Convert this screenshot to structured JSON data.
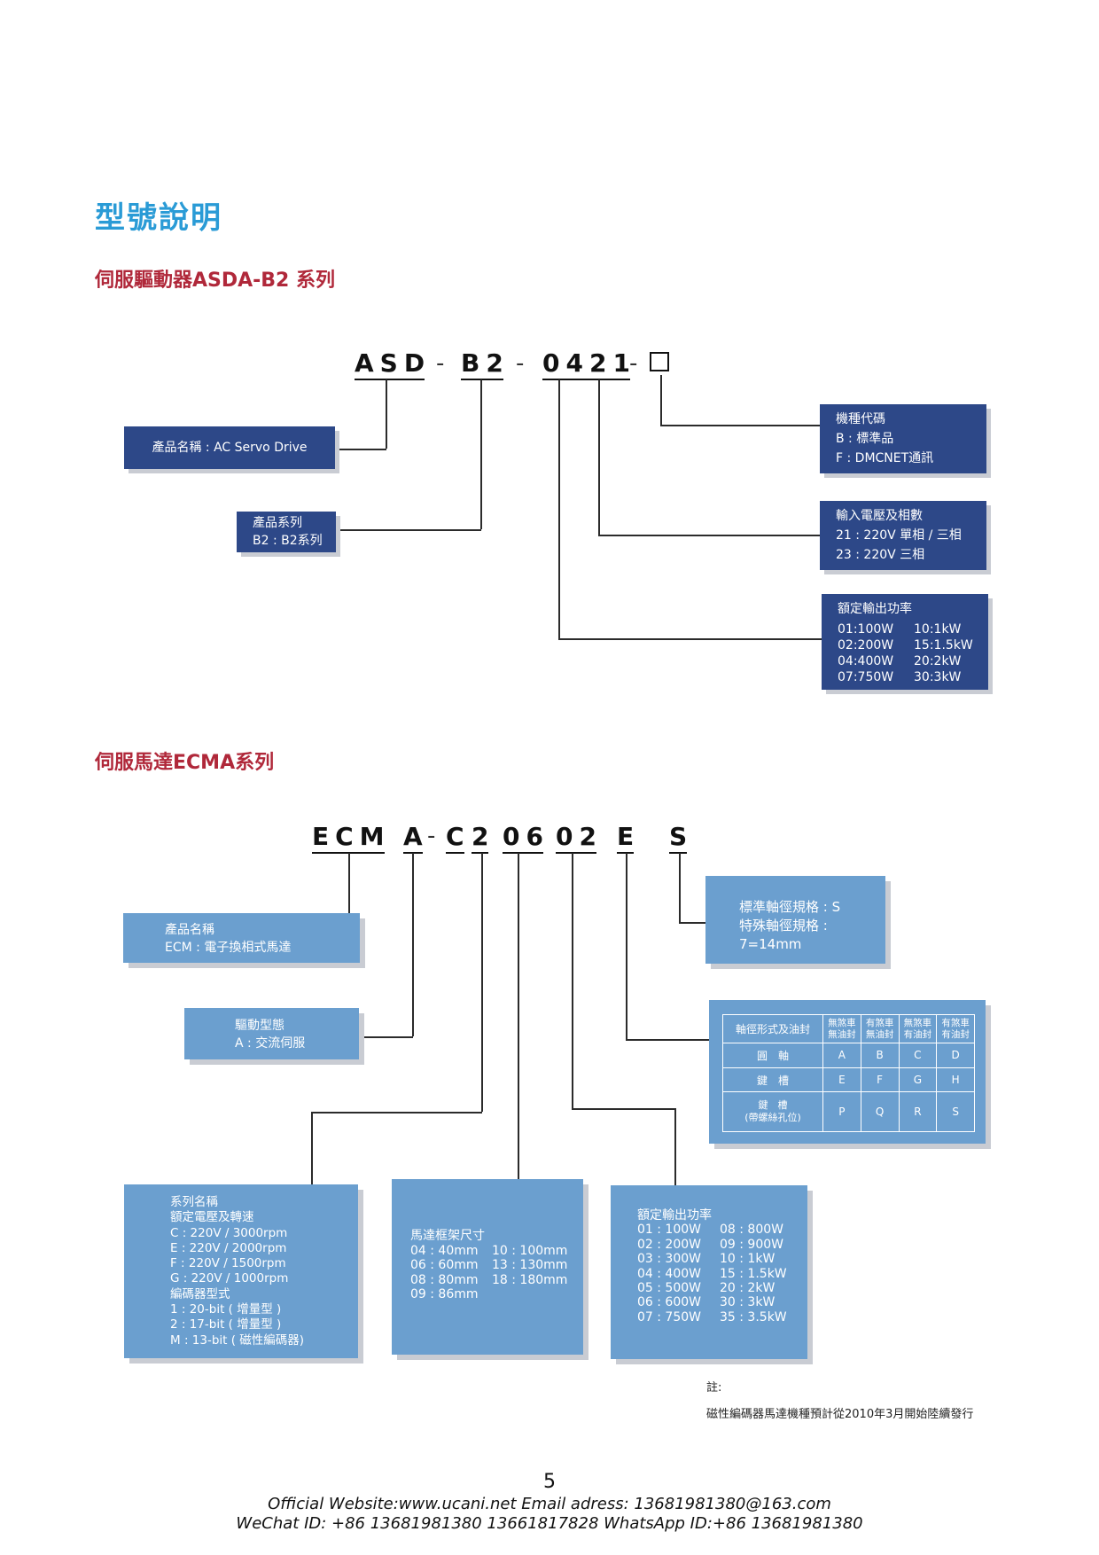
{
  "page_title": "型號說明",
  "drive": {
    "section_title": "伺服驅動器ASDA-B2 系列",
    "code": {
      "seg1": "ASD",
      "seg2": "B2",
      "seg3": "0421",
      "dash": "-"
    },
    "product_name": "產品名稱 : AC Servo Drive",
    "series": {
      "line1": "產品系列",
      "line2": "B2 : B2系列"
    },
    "model": {
      "line1": "機種代碼",
      "line2": "B : 標準品",
      "line3": "F : DMCNET通訊"
    },
    "voltage": {
      "line1": "輸入電壓及相數",
      "line2": "21 : 220V 單相 / 三相",
      "line3": "23 : 220V 三相"
    },
    "power": {
      "title": "額定輸出功率",
      "rows": [
        [
          "01:100W",
          "10:1kW"
        ],
        [
          "02:200W",
          "15:1.5kW"
        ],
        [
          "04:400W",
          "20:2kW"
        ],
        [
          "07:750W",
          "30:3kW"
        ]
      ]
    }
  },
  "motor": {
    "section_title": "伺服馬達ECMA系列",
    "code": {
      "seg1": "ECM",
      "seg2": "A",
      "dash": "-",
      "seg3": "C",
      "seg4": "2",
      "seg5": "06",
      "seg6": "02",
      "seg7": "E",
      "seg8": "S"
    },
    "product_name": {
      "line1": "產品名稱",
      "line2": "ECM : 電子換相式馬達"
    },
    "drive_type": {
      "line1": "驅動型態",
      "line2": "A : 交流伺服"
    },
    "shaft": {
      "line1": "標準軸徑規格 : S",
      "line2": "特殊軸徑規格 :",
      "line3": "7=14mm"
    },
    "seal_table": {
      "header_label": "軸徑形式及油封",
      "headers": [
        [
          "無煞車",
          "無油封"
        ],
        [
          "有煞車",
          "無油封"
        ],
        [
          "無煞車",
          "有油封"
        ],
        [
          "有煞車",
          "有油封"
        ]
      ],
      "rows": [
        {
          "label": [
            "圓　軸"
          ],
          "codes": [
            "A",
            "B",
            "C",
            "D"
          ]
        },
        {
          "label": [
            "鍵　槽"
          ],
          "codes": [
            "E",
            "F",
            "G",
            "H"
          ]
        },
        {
          "label": [
            "鍵　槽",
            "(帶螺絲孔位)"
          ],
          "codes": [
            "P",
            "Q",
            "R",
            "S"
          ]
        }
      ]
    },
    "series_box": [
      "系列名稱",
      "額定電壓及轉速",
      "C : 220V / 3000rpm",
      "E : 220V / 2000rpm",
      "F : 220V / 1500rpm",
      "G : 220V / 1000rpm",
      "編碼器型式",
      "1 : 20-bit ( 增量型 )",
      "2 : 17-bit ( 增量型 )",
      "M : 13-bit ( 磁性編碼器)"
    ],
    "frame": {
      "title": "馬達框架尺寸",
      "rows": [
        [
          "04 : 40mm",
          "10 : 100mm"
        ],
        [
          "06 : 60mm",
          "13 : 130mm"
        ],
        [
          "08 : 80mm",
          "18 : 180mm"
        ],
        [
          "09 : 86mm",
          ""
        ]
      ]
    },
    "power": {
      "title": "額定輸出功率",
      "rows": [
        [
          "01 : 100W",
          "08 : 800W"
        ],
        [
          "02 : 200W",
          "09 : 900W"
        ],
        [
          "03 : 300W",
          "10 : 1kW"
        ],
        [
          "04 : 400W",
          "15 : 1.5kW"
        ],
        [
          "05 : 500W",
          "20 : 2kW"
        ],
        [
          "06 : 600W",
          "30 : 3kW"
        ],
        [
          "07 : 750W",
          "35 : 3.5kW"
        ]
      ]
    },
    "note_label": "註:",
    "note_text": "磁性編碼器馬達機種預計從2010年3月開始陸續發行"
  },
  "page_number": "5",
  "footer_line1": "Official Website:www.ucani.net  Email adress: 13681981380@163.com",
  "footer_line2": "WeChat  ID: +86 13681981380 13661817828  WhatsApp ID:+86 13681981380",
  "colors": {
    "title_blue": "#2a9bd6",
    "section_red": "#b0283a",
    "box_dark": "#2d4888",
    "box_light": "#6b9fcf"
  }
}
